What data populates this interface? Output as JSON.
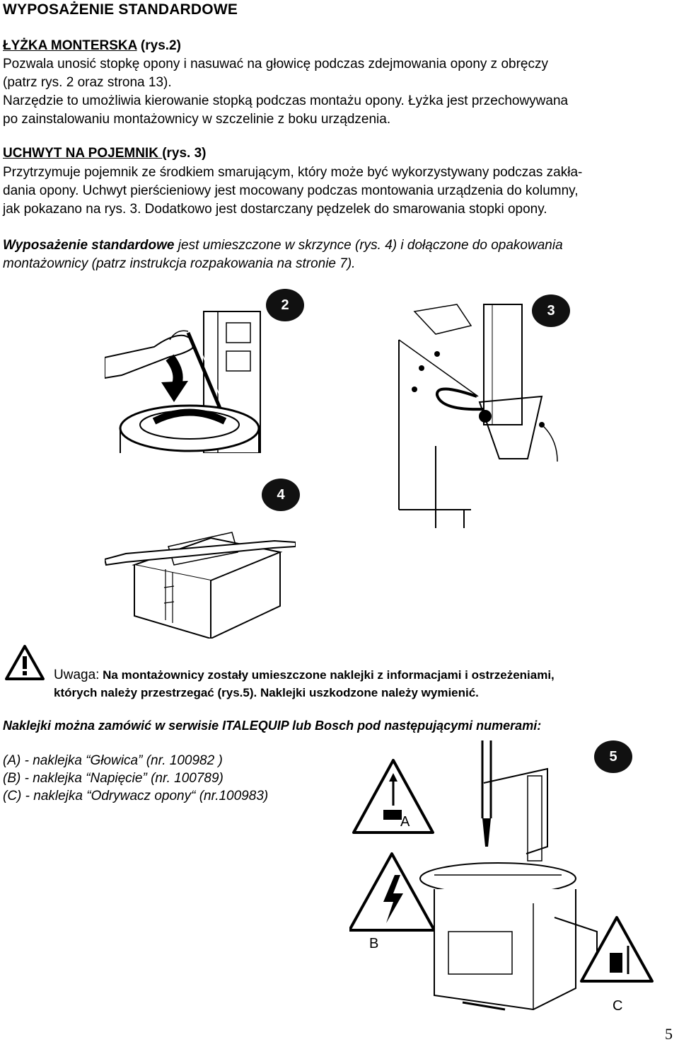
{
  "title": "WYPOSAŻENIE STANDARDOWE",
  "spoon": {
    "heading_u": "ŁYŻKA MONTERSKA",
    "heading_rest": " (rys.2)",
    "lines": [
      "Pozwala unosić stopkę opony i nasuwać na głowicę podczas zdejmowania opony z obręczy",
      "(patrz rys. 2 oraz strona 13).",
      "Narzędzie to umożliwia kierowanie stopką podczas montażu opony. Łyżka jest przechowywana",
      "po zainstalowaniu montażownicy w szczelinie z boku urządzenia."
    ]
  },
  "holder": {
    "heading_u": "UCHWYT NA POJEMNIK ",
    "heading_rest": "(rys. 3)",
    "lines": [
      "Przytrzymuje pojemnik ze środkiem smarującym, który może być wykorzystywany podczas zakła-",
      "dania opony. Uchwyt pierścieniowy jest mocowany podczas montowania urządzenia do kolumny,",
      "jak pokazano na rys. 3. Dodatkowo jest dostarczany pędzelek do smarowania stopki opony."
    ]
  },
  "note": {
    "bold": "Wyposażenie standardowe",
    "rest": " jest umieszczone w skrzynce (rys. 4) i dołączone do opakowania",
    "line2": "montażownicy (patrz instrukcja rozpakowania na stronie 7)."
  },
  "figures": {
    "fig2": "2",
    "fig3": "3",
    "fig4": "4",
    "fig5": "5",
    "sticker_a": "A",
    "sticker_b": "B",
    "sticker_c": "C"
  },
  "warning": {
    "icon": "warning-triangle-icon",
    "title": "Uwaga:",
    "line1": " Na montażownicy zostały umieszczone naklejki z informacjami i ostrzeżeniami,",
    "line2": "których należy przestrzegać (rys.5). Naklejki uszkodzone należy wymienić."
  },
  "order_note": "Naklejki można zamówić w serwisie ITALEQUIP lub Bosch pod następującymi numerami:",
  "stickers": [
    "(A) - naklejka “Głowica” (nr. 100982 )",
    "(B) - naklejka “Napięcie” (nr. 100789)",
    "(C) - naklejka “Odrywacz opony“ (nr.100983)"
  ],
  "page_number": "5"
}
